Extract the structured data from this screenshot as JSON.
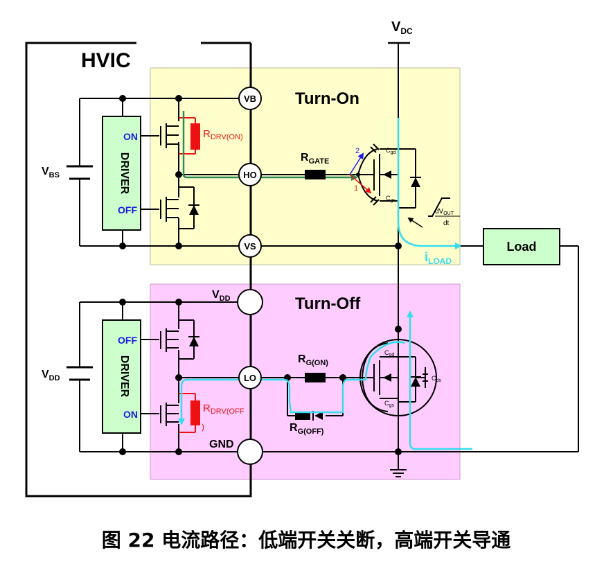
{
  "hvic_label": "HVIC",
  "vdc": {
    "main": "V",
    "sub": "DC"
  },
  "turn_on": "Turn-On",
  "turn_off": "Turn-Off",
  "driver_label": "DRIVER",
  "high_side": {
    "on": "ON",
    "off": "OFF",
    "vbs": {
      "main": "V",
      "sub": "BS"
    },
    "rdrv_on": {
      "main": "R",
      "sub": "DRV(ON)"
    },
    "rgate": {
      "main": "R",
      "sub": "GATE"
    },
    "cgd": {
      "main": "C",
      "sub": "gd"
    },
    "cgs": {
      "main": "C",
      "sub": "gs"
    },
    "arrow_2": "2",
    "arrow_1": "1",
    "dvout": {
      "main": "dV",
      "sub": "OUT"
    },
    "dt": "dt"
  },
  "pins": {
    "vb": "VB",
    "ho": "HO",
    "vs": "VS",
    "lo": "LO"
  },
  "vdd_pin": {
    "main": "V",
    "sub": "DD"
  },
  "gnd": "GND",
  "load": "Load",
  "iload": {
    "main": "i",
    "sub": "LOAD"
  },
  "low_side": {
    "off": "OFF",
    "on": "ON",
    "vdd": {
      "main": "V",
      "sub": "DD"
    },
    "rdrv_off_a": {
      "main": "R",
      "sub": "DRV(OFF"
    },
    "rdrv_off_b": ")",
    "rg_on": {
      "main": "R",
      "sub": "G(ON)"
    },
    "rg_off": {
      "main": "R",
      "sub": "G(OFF)"
    },
    "cgd": {
      "main": "C",
      "sub": "gd"
    },
    "cgs": {
      "main": "C",
      "sub": "gs"
    },
    "cds": {
      "main": "C",
      "sub": "ds"
    }
  },
  "caption": "图 22 电流路径：低端开关关断，高端开关导通",
  "colors": {
    "turn_on_bg": "#FFFFCC",
    "turn_off_bg": "#FFCCFF",
    "gate_path": "#2E8B57",
    "load_path": "#33DDEE",
    "resistor_red": "#EE1111",
    "label_blue": "#1A1AE6",
    "load_box": "#CCFFCC"
  }
}
